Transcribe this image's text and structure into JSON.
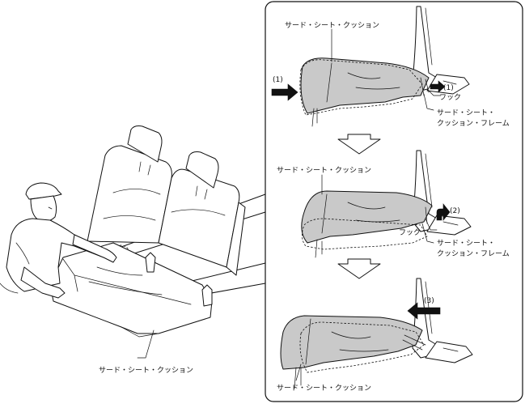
{
  "labels": {
    "third_seat_cushion": "サード・シート・クッション",
    "hook": "フック",
    "third_seat_cushion_frame_line1": "サード・シート・",
    "third_seat_cushion_frame_line2": "クッション・フレーム",
    "step1": "(1)",
    "step2": "(2)",
    "step3": "(3)"
  },
  "colors": {
    "cushion_fill": "#c9c9c9",
    "line": "#111111",
    "panel_border": "#111111",
    "background": "#ffffff"
  }
}
